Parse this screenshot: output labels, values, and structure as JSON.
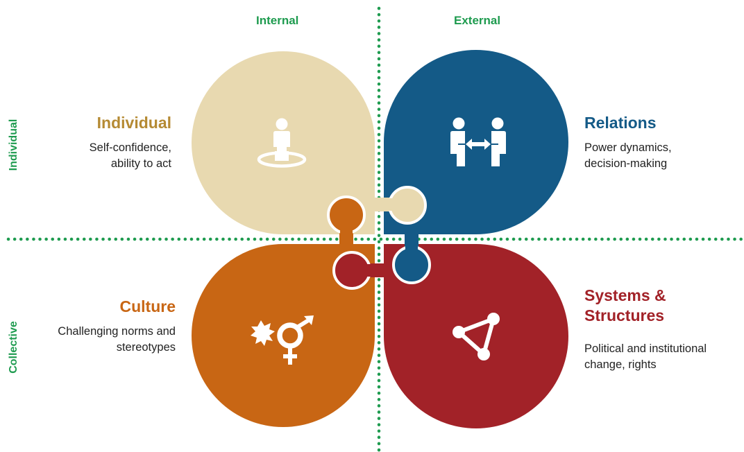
{
  "axes": {
    "top_left": "Internal",
    "top_right": "External",
    "left_top": "Individual",
    "left_bottom": "Collective"
  },
  "quadrants": {
    "individual": {
      "title": "Individual",
      "desc_line1": "Self-confidence,",
      "desc_line2": "ability to act",
      "color": "#e8d9b0",
      "title_color": "#b58a33",
      "icon": "person-on-spot-icon"
    },
    "relations": {
      "title": "Relations",
      "desc_line1": "Power dynamics,",
      "desc_line2": "decision-making",
      "color": "#145a87",
      "title_color": "#145a87",
      "icon": "two-people-exchange-icon"
    },
    "culture": {
      "title": "Culture",
      "desc_line1": "Challenging norms and",
      "desc_line2": "stereotypes",
      "color": "#c86614",
      "title_color": "#c86614",
      "icon": "gender-symbol-icon"
    },
    "systems": {
      "title_line1": "Systems &",
      "title_line2": "Structures",
      "desc_line1": "Political and institutional",
      "desc_line2": "change, rights",
      "color": "#a22228",
      "title_color": "#a22228",
      "icon": "network-triangle-icon"
    }
  },
  "divider_color": "#1e9b4f"
}
